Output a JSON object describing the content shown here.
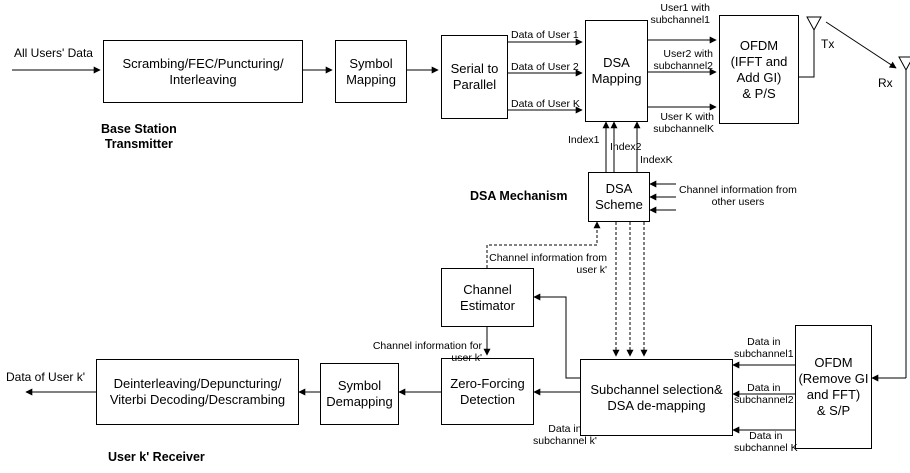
{
  "blocks": {
    "scrambling": [
      "Scrambing/FEC/Puncturing/",
      "Interleaving"
    ],
    "symbol_mapping": [
      "Symbol",
      "Mapping"
    ],
    "serial_parallel": [
      "Serial to",
      "Parallel"
    ],
    "dsa_mapping": [
      "DSA",
      "Mapping"
    ],
    "ofdm_tx": [
      "OFDM",
      "(IFFT and",
      "Add GI)",
      "& P/S"
    ],
    "dsa_scheme": [
      "DSA",
      "Scheme"
    ],
    "channel_estimator": [
      "Channel",
      "Estimator"
    ],
    "zero_forcing": [
      "Zero-Forcing",
      "Detection"
    ],
    "subchannel_selection": [
      "Subchannel selection&",
      "DSA de-mapping"
    ],
    "ofdm_rx": [
      "OFDM",
      "(Remove GI",
      "and FFT)",
      "& S/P"
    ],
    "symbol_demapping": [
      "Symbol",
      "Demapping"
    ],
    "deinterleaving": [
      "Deinterleaving/Depuncturing/",
      "Viterbi Decoding/Descrambing"
    ]
  },
  "labels": {
    "all_users_data": "All Users' Data",
    "data_user1": "Data of User 1",
    "data_user2": "Data of User 2",
    "data_userk": "Data of User K",
    "user1_sub": [
      "User1 with",
      "subchannel1"
    ],
    "user2_sub": [
      "User2 with",
      "subchannel2"
    ],
    "userk_sub": [
      "User K with",
      "subchannelK"
    ],
    "tx": "Tx",
    "rx": "Rx",
    "index1": "Index1",
    "index2": "Index2",
    "indexk": "IndexK",
    "chan_info_other": [
      "Channel information from",
      "other users"
    ],
    "chan_info_userk": [
      "Channel information from",
      "user k'"
    ],
    "chan_info_for": [
      "Channel information for",
      "user k'"
    ],
    "data_sub1": [
      "Data in",
      "subchannel1"
    ],
    "data_sub2": [
      "Data in",
      "subchannel2"
    ],
    "data_subk": [
      "Data in",
      "subchannel K"
    ],
    "data_subk_prime": [
      "Data in",
      "subchannel k'"
    ],
    "data_of_userk": "Data of User k'"
  },
  "headings": {
    "base_station": [
      "Base Station",
      "Transmitter"
    ],
    "dsa_mechanism": "DSA Mechanism",
    "receiver": "User k' Receiver"
  }
}
